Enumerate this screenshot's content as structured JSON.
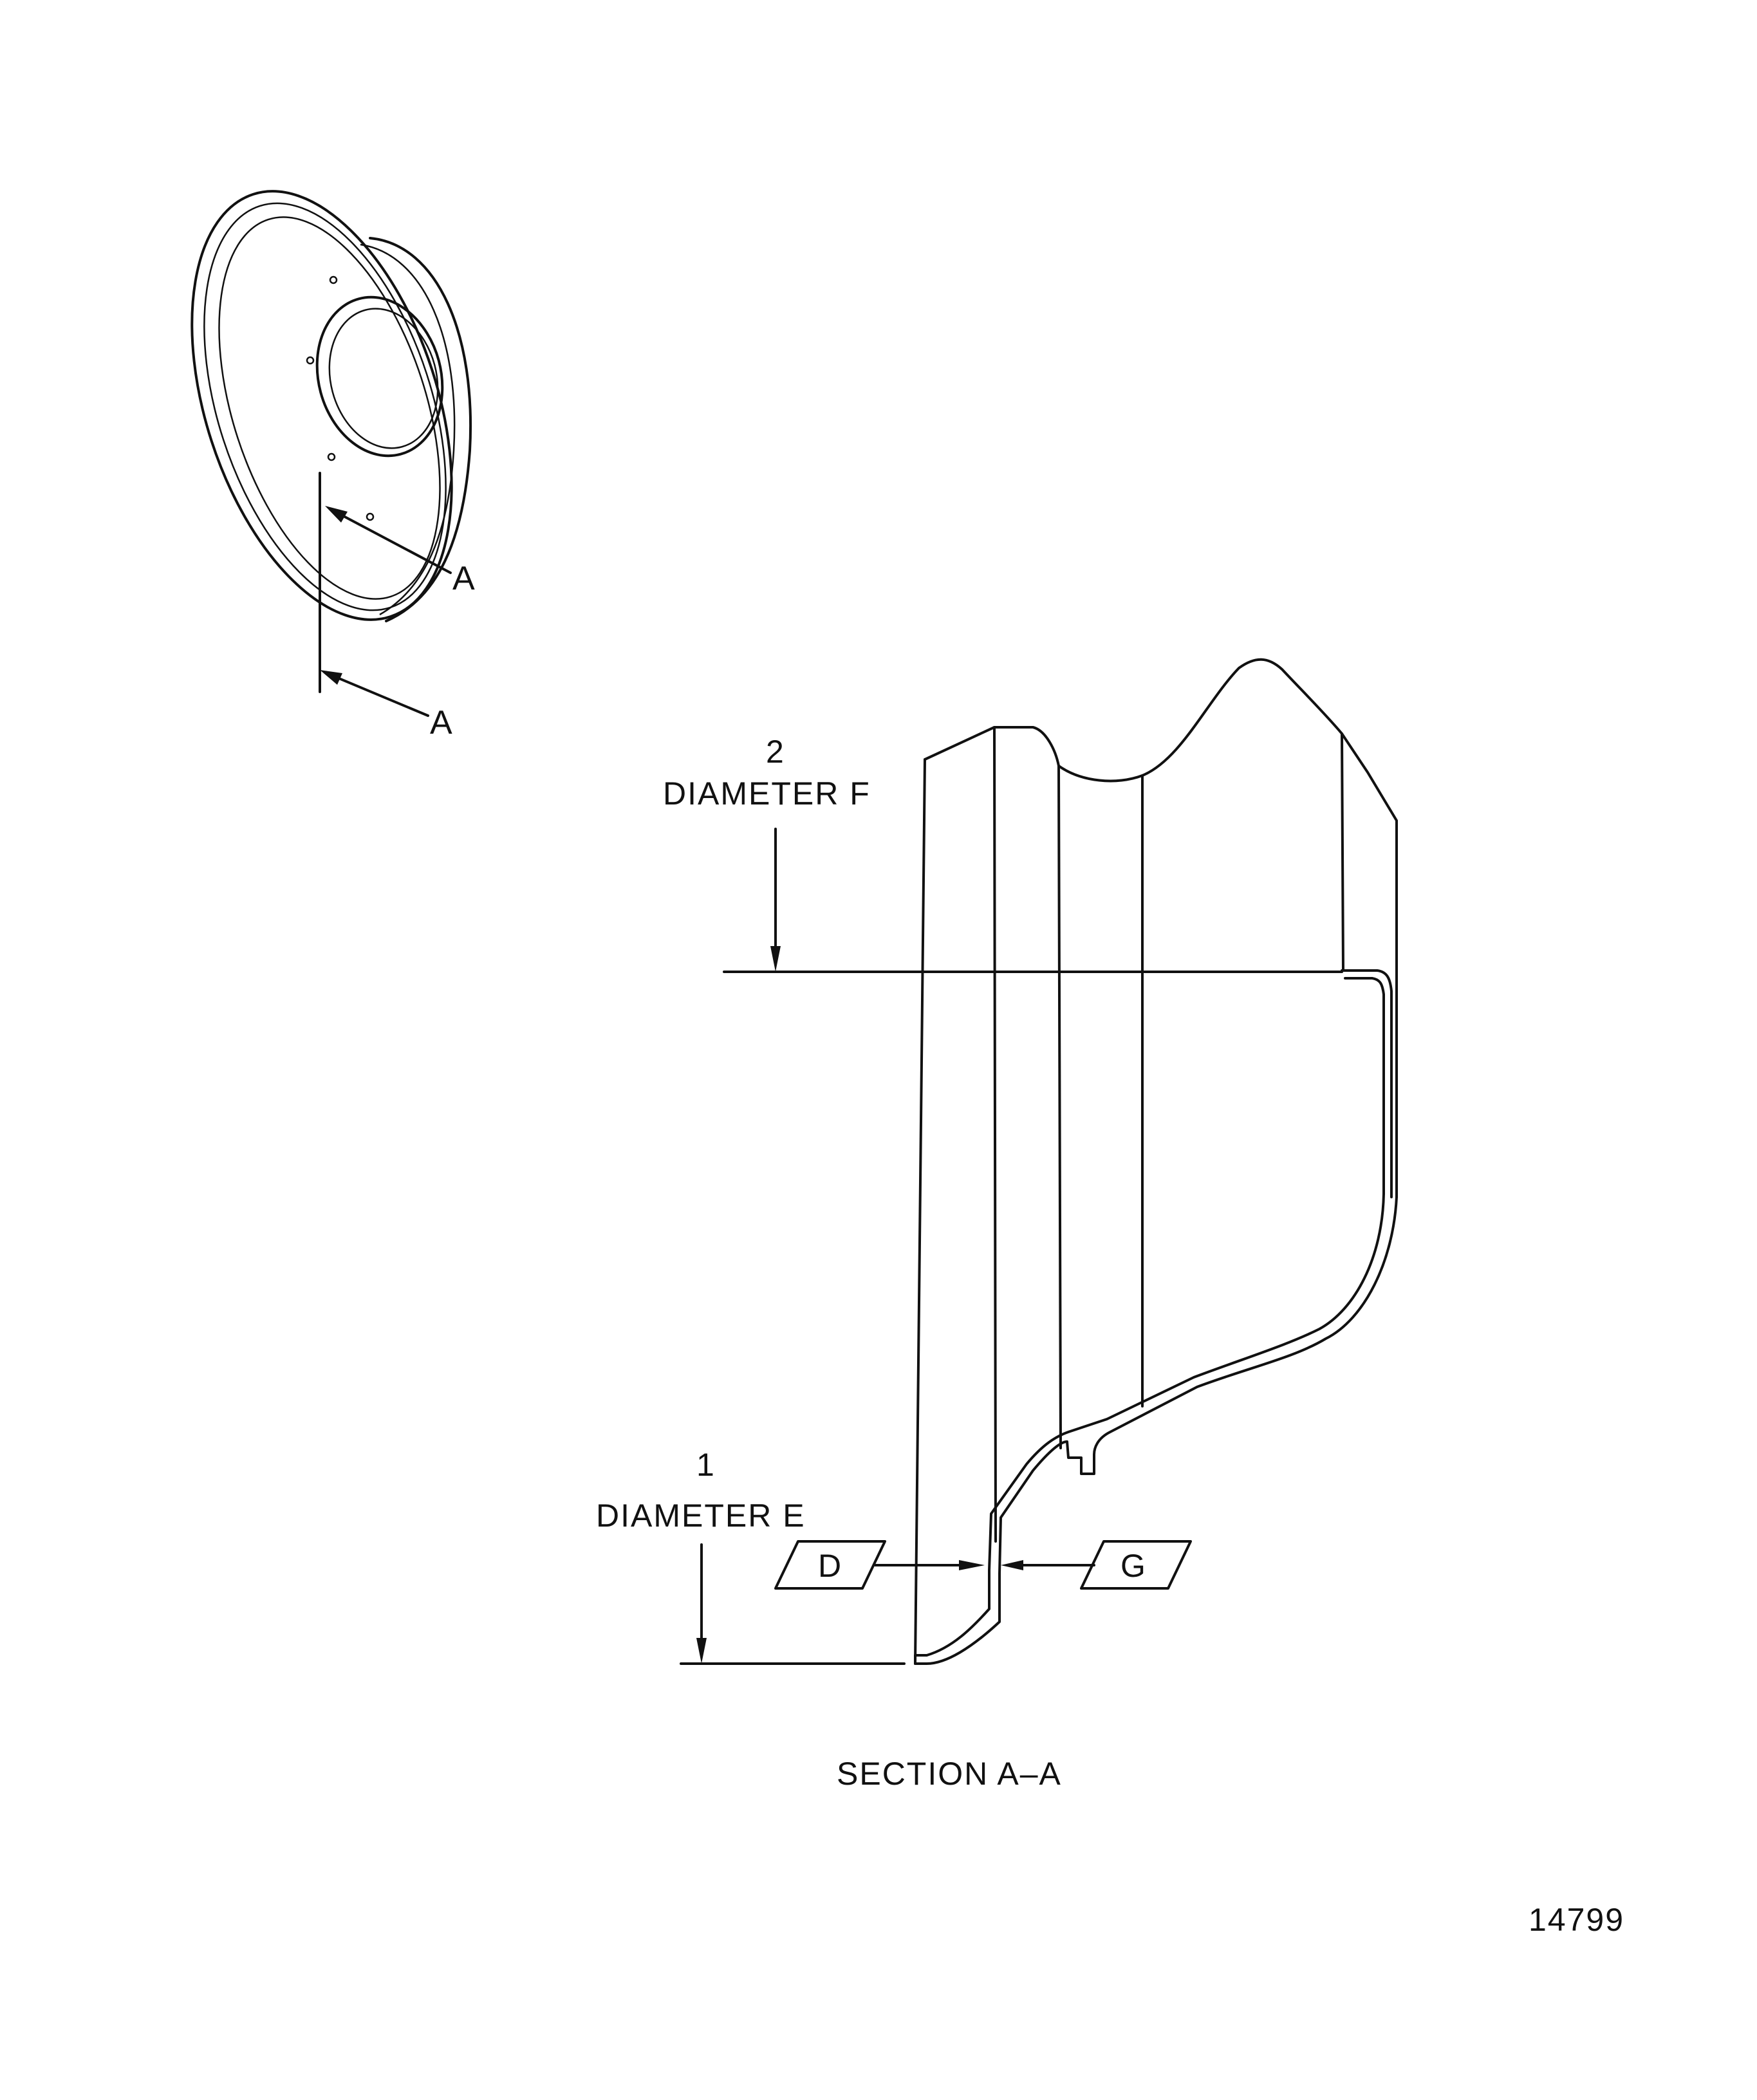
{
  "view_label_top": "A",
  "view_label_bottom": "A",
  "callout_1_number": "2",
  "callout_1_text": "DIAMETER F",
  "callout_2_number": "1",
  "callout_2_text": "DIAMETER E",
  "datum_left": "D",
  "datum_right": "G",
  "section_title": "SECTION A–A",
  "figure_number": "14799"
}
